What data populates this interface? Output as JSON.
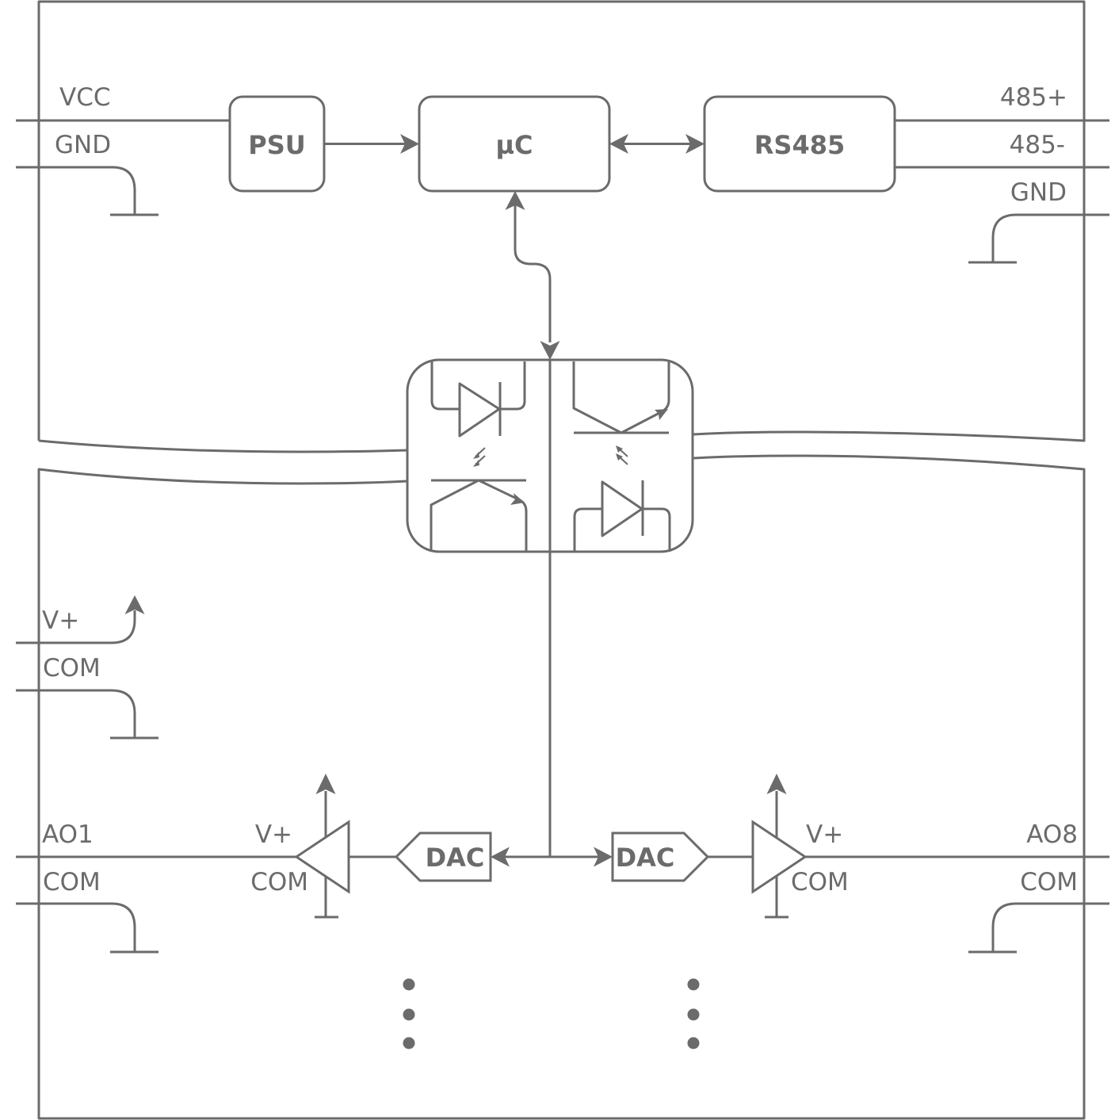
{
  "blocks": {
    "psu": "PSU",
    "mcu": "µC",
    "rs485": "RS485",
    "dac_left": "DAC",
    "dac_right": "DAC"
  },
  "labels": {
    "vcc": "VCC",
    "gnd_left": "GND",
    "rs485_plus": "485+",
    "rs485_minus": "485-",
    "gnd_right": "GND",
    "vplus_supply": "V+",
    "com_supply": "COM",
    "ao1": "AO1",
    "com_ao1": "COM",
    "amp_left_vplus": "V+",
    "amp_left_com": "COM",
    "amp_right_vplus": "V+",
    "amp_right_com": "COM",
    "ao8": "AO8",
    "com_ao8": "COM"
  },
  "colors": {
    "stroke": "#6b6b6b",
    "background": "#ffffff"
  }
}
